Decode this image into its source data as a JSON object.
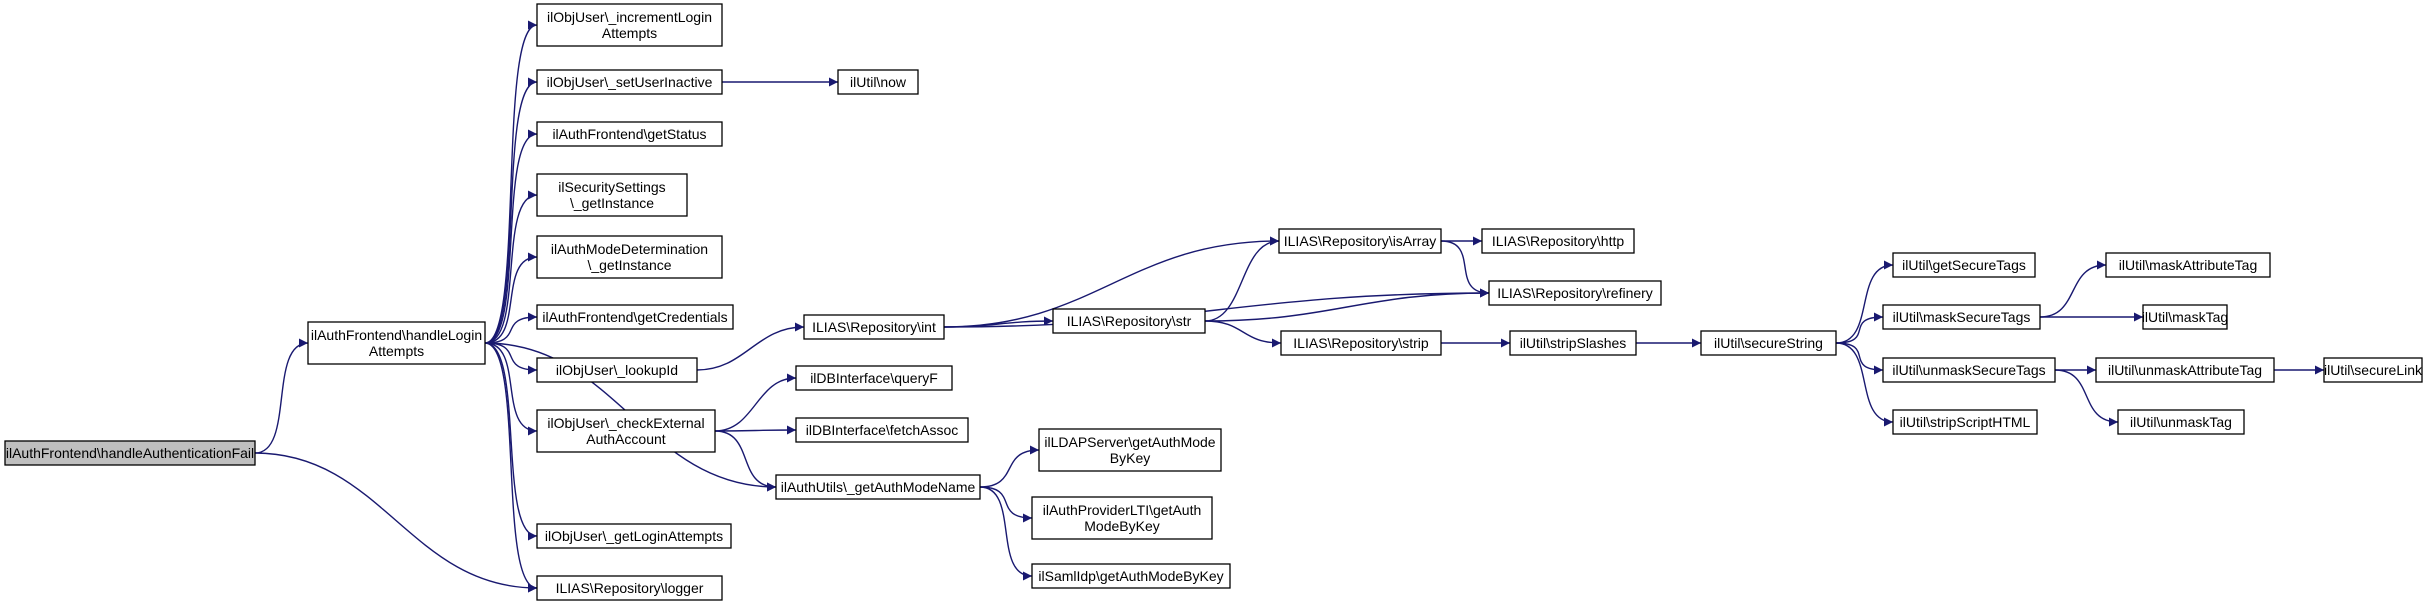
{
  "graph": {
    "edge_color": "#191970",
    "node_fill": "#ffffff",
    "root_fill": "#bfbfbf",
    "nodes": [
      {
        "id": "root",
        "lines": [
          "ilAuthFrontend\\handleAuthenticationFail"
        ],
        "is_root": true
      },
      {
        "id": "handleLogin",
        "lines": [
          "ilAuthFrontend\\handleLogin",
          "Attempts"
        ]
      },
      {
        "id": "logger",
        "lines": [
          "ILIAS\\Repository\\logger"
        ]
      },
      {
        "id": "incrementLogin",
        "lines": [
          "ilObjUser\\_incrementLogin",
          "Attempts"
        ]
      },
      {
        "id": "setUserInactive",
        "lines": [
          "ilObjUser\\_setUserInactive"
        ]
      },
      {
        "id": "now",
        "lines": [
          "ilUtil\\now"
        ]
      },
      {
        "id": "getStatus",
        "lines": [
          "ilAuthFrontend\\getStatus"
        ]
      },
      {
        "id": "secSettings",
        "lines": [
          "ilSecuritySettings",
          "\\_getInstance"
        ]
      },
      {
        "id": "authModeDet",
        "lines": [
          "ilAuthModeDetermination",
          "\\_getInstance"
        ]
      },
      {
        "id": "getCredentials",
        "lines": [
          "ilAuthFrontend\\getCredentials"
        ]
      },
      {
        "id": "lookupId",
        "lines": [
          "ilObjUser\\_lookupId"
        ]
      },
      {
        "id": "checkExternal",
        "lines": [
          "ilObjUser\\_checkExternal",
          "AuthAccount"
        ]
      },
      {
        "id": "getLoginAttempts",
        "lines": [
          "ilObjUser\\_getLoginAttempts"
        ]
      },
      {
        "id": "int",
        "lines": [
          "ILIAS\\Repository\\int"
        ]
      },
      {
        "id": "queryF",
        "lines": [
          "ilDBInterface\\queryF"
        ]
      },
      {
        "id": "fetchAssoc",
        "lines": [
          "ilDBInterface\\fetchAssoc"
        ]
      },
      {
        "id": "getAuthModeName",
        "lines": [
          "ilAuthUtils\\_getAuthModeName"
        ]
      },
      {
        "id": "str",
        "lines": [
          "ILIAS\\Repository\\str"
        ]
      },
      {
        "id": "isArray",
        "lines": [
          "ILIAS\\Repository\\isArray"
        ]
      },
      {
        "id": "strip",
        "lines": [
          "ILIAS\\Repository\\strip"
        ]
      },
      {
        "id": "ldap",
        "lines": [
          "ilLDAPServer\\getAuthMode",
          "ByKey"
        ]
      },
      {
        "id": "lti",
        "lines": [
          "ilAuthProviderLTI\\getAuth",
          "ModeByKey"
        ]
      },
      {
        "id": "saml",
        "lines": [
          "ilSamlIdp\\getAuthModeByKey"
        ]
      },
      {
        "id": "http",
        "lines": [
          "ILIAS\\Repository\\http"
        ]
      },
      {
        "id": "refinery",
        "lines": [
          "ILIAS\\Repository\\refinery"
        ]
      },
      {
        "id": "stripSlashes",
        "lines": [
          "ilUtil\\stripSlashes"
        ]
      },
      {
        "id": "secureString",
        "lines": [
          "ilUtil\\secureString"
        ]
      },
      {
        "id": "getSecureTags",
        "lines": [
          "ilUtil\\getSecureTags"
        ]
      },
      {
        "id": "maskSecureTags",
        "lines": [
          "ilUtil\\maskSecureTags"
        ]
      },
      {
        "id": "unmaskSecureTags",
        "lines": [
          "ilUtil\\unmaskSecureTags"
        ]
      },
      {
        "id": "stripScriptHTML",
        "lines": [
          "ilUtil\\stripScriptHTML"
        ]
      },
      {
        "id": "maskAttributeTag",
        "lines": [
          "ilUtil\\maskAttributeTag"
        ]
      },
      {
        "id": "maskTag",
        "lines": [
          "ilUtil\\maskTag"
        ]
      },
      {
        "id": "unmaskAttributeTag",
        "lines": [
          "ilUtil\\unmaskAttributeTag"
        ]
      },
      {
        "id": "unmaskTag",
        "lines": [
          "ilUtil\\unmaskTag"
        ]
      },
      {
        "id": "secureLink",
        "lines": [
          "ilUtil\\secureLink"
        ]
      }
    ],
    "edges": [
      {
        "from": "root",
        "to": "handleLogin"
      },
      {
        "from": "root",
        "to": "logger"
      },
      {
        "from": "handleLogin",
        "to": "incrementLogin"
      },
      {
        "from": "handleLogin",
        "to": "setUserInactive"
      },
      {
        "from": "handleLogin",
        "to": "getStatus"
      },
      {
        "from": "handleLogin",
        "to": "secSettings"
      },
      {
        "from": "handleLogin",
        "to": "authModeDet"
      },
      {
        "from": "handleLogin",
        "to": "getCredentials"
      },
      {
        "from": "handleLogin",
        "to": "lookupId"
      },
      {
        "from": "handleLogin",
        "to": "checkExternal"
      },
      {
        "from": "handleLogin",
        "to": "getAuthModeName"
      },
      {
        "from": "handleLogin",
        "to": "getLoginAttempts"
      },
      {
        "from": "handleLogin",
        "to": "logger"
      },
      {
        "from": "setUserInactive",
        "to": "now"
      },
      {
        "from": "lookupId",
        "to": "int"
      },
      {
        "from": "checkExternal",
        "to": "queryF"
      },
      {
        "from": "checkExternal",
        "to": "fetchAssoc"
      },
      {
        "from": "checkExternal",
        "to": "getAuthModeName"
      },
      {
        "from": "int",
        "to": "isArray"
      },
      {
        "from": "int",
        "to": "str"
      },
      {
        "from": "int",
        "to": "refinery"
      },
      {
        "from": "str",
        "to": "isArray"
      },
      {
        "from": "str",
        "to": "refinery"
      },
      {
        "from": "str",
        "to": "strip"
      },
      {
        "from": "isArray",
        "to": "http"
      },
      {
        "from": "isArray",
        "to": "refinery"
      },
      {
        "from": "strip",
        "to": "stripSlashes"
      },
      {
        "from": "getAuthModeName",
        "to": "ldap"
      },
      {
        "from": "getAuthModeName",
        "to": "lti"
      },
      {
        "from": "getAuthModeName",
        "to": "saml"
      },
      {
        "from": "stripSlashes",
        "to": "secureString"
      },
      {
        "from": "secureString",
        "to": "getSecureTags"
      },
      {
        "from": "secureString",
        "to": "maskSecureTags"
      },
      {
        "from": "secureString",
        "to": "unmaskSecureTags"
      },
      {
        "from": "secureString",
        "to": "stripScriptHTML"
      },
      {
        "from": "maskSecureTags",
        "to": "maskAttributeTag"
      },
      {
        "from": "maskSecureTags",
        "to": "maskTag"
      },
      {
        "from": "unmaskSecureTags",
        "to": "unmaskAttributeTag"
      },
      {
        "from": "unmaskSecureTags",
        "to": "unmaskTag"
      },
      {
        "from": "unmaskAttributeTag",
        "to": "secureLink"
      }
    ]
  }
}
